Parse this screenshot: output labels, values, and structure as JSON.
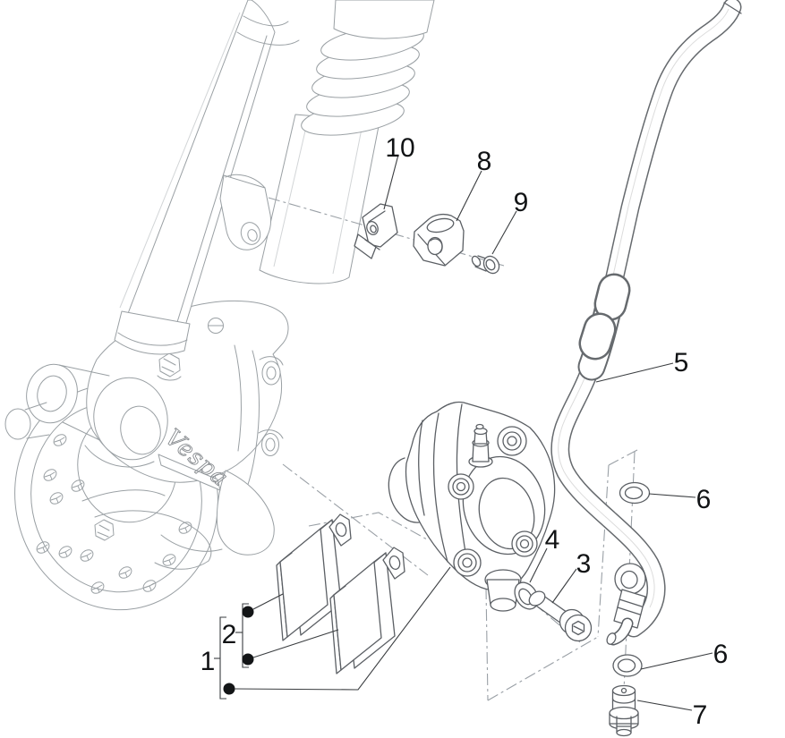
{
  "diagram": {
    "kind": "exploded-parts-line-drawing",
    "subject": "front-brake-caliper-assembly",
    "logo_text": "Vespa",
    "colors": {
      "background": "#ffffff",
      "assembly_lines": "#9aa0a4",
      "part_lines": "#5b5f64",
      "centerlines": "#9aa0a6",
      "callout_text": "#111315"
    }
  },
  "callouts": {
    "c10": "10",
    "c8": "8",
    "c9": "9",
    "c5": "5",
    "c6_upper": "6",
    "c4": "4",
    "c3": "3",
    "c6_lower": "6",
    "c7": "7",
    "c2": "2",
    "c1": "1"
  }
}
